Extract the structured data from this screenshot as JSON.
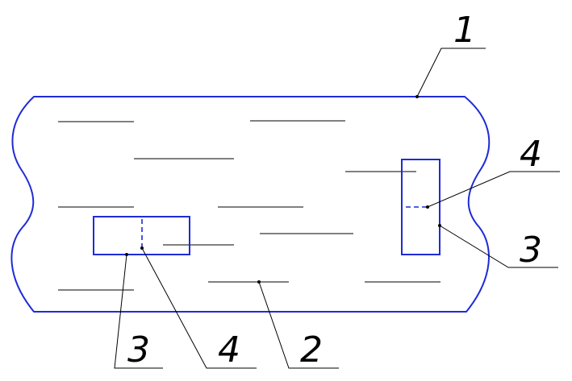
{
  "callouts": {
    "body": "1",
    "matrix": "2",
    "insert_right": "3",
    "insert_right_axis": "4",
    "insert_left": "3",
    "insert_left_axis": "4"
  }
}
